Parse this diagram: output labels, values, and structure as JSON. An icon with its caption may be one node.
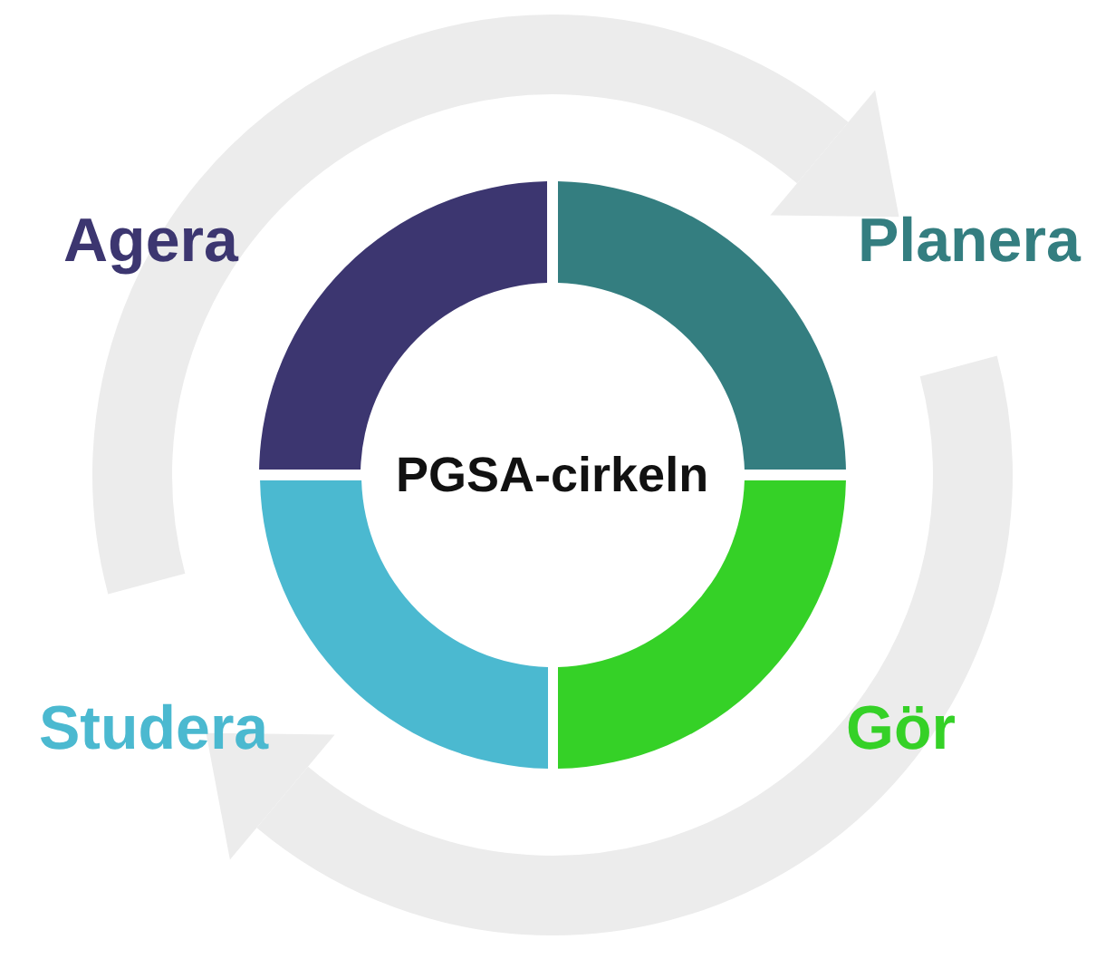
{
  "diagram": {
    "nodes": [
      {
        "text": [
          "PGSA-cirkeln"
        ]
      },
      {
        "text": [
          "Planera"
        ]
      },
      {
        "text": [
          "Gör"
        ]
      },
      {
        "text": [
          "Studera"
        ]
      },
      {
        "text": [
          "Agera"
        ]
      }
    ]
  }
}
